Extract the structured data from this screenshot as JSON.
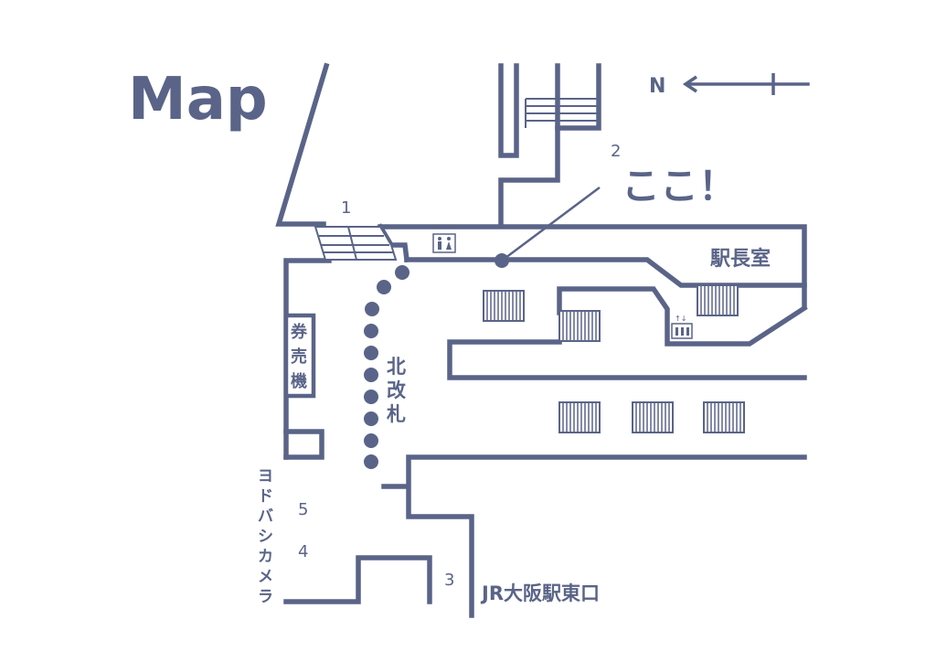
{
  "title": "Map",
  "compass": {
    "label": "N"
  },
  "here_marker": {
    "label": "ここ！",
    "number": "2"
  },
  "stair_labels": {
    "west_stairs": "1"
  },
  "exits": {
    "exit_3": "3",
    "exit_4": "4",
    "exit_5": "5"
  },
  "rooms": {
    "station_master": "駅長室",
    "ticket_machines": [
      "券",
      "売",
      "機"
    ],
    "north_gate": [
      "北",
      "改",
      "札"
    ]
  },
  "destinations": {
    "jr_osaka_east": "JR大阪駅東口",
    "yodobashi": [
      "ヨ",
      "ド",
      "バ",
      "シ",
      "カ",
      "メ",
      "ラ"
    ]
  },
  "icons": {
    "restroom": "restroom-icon",
    "elevator": "elevator-icon",
    "elevator_arrows": "↑↓"
  },
  "colors": {
    "ink": "#5a6488",
    "background": "#ffffff"
  }
}
